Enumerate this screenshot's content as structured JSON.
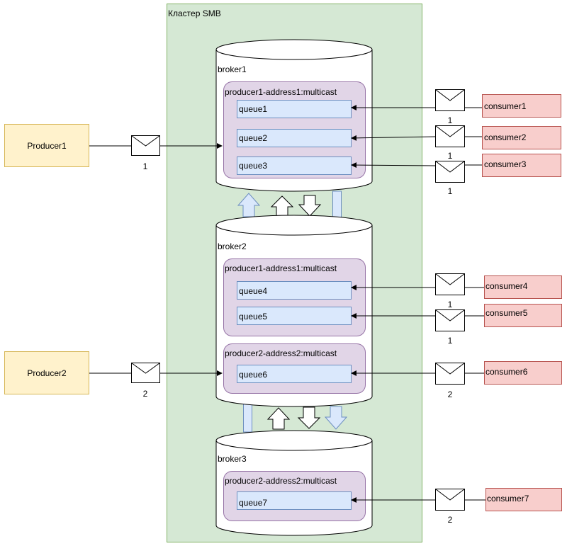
{
  "cluster": {
    "label": "Кластер SMB",
    "fill": "#d5e8d4",
    "stroke": "#82b366"
  },
  "colors": {
    "producer_fill": "#fff2cc",
    "producer_stroke": "#d6b656",
    "consumer_fill": "#f8cecc",
    "consumer_stroke": "#b85450",
    "address_fill": "#e1d5e7",
    "address_stroke": "#9673a6",
    "queue_fill": "#dae8fc",
    "queue_stroke": "#6c8ebf"
  },
  "producers": [
    {
      "label": "Producer1",
      "message_count": "1"
    },
    {
      "label": "Producer2",
      "message_count": "2"
    }
  ],
  "brokers": [
    {
      "label": "broker1",
      "addresses": [
        {
          "label": "producer1-address1:multicast",
          "queues": [
            "queue1",
            "queue2",
            "queue3"
          ]
        }
      ]
    },
    {
      "label": "broker2",
      "addresses": [
        {
          "label": "producer1-address1:multicast",
          "queues": [
            "queue4",
            "queue5"
          ]
        },
        {
          "label": "producer2-address2:multicast",
          "queues": [
            "queue6"
          ]
        }
      ]
    },
    {
      "label": "broker3",
      "addresses": [
        {
          "label": "producer2-address2:multicast",
          "queues": [
            "queue7"
          ]
        }
      ]
    }
  ],
  "consumers": [
    {
      "label": "consumer1",
      "message_count": "1"
    },
    {
      "label": "consumer2",
      "message_count": "1"
    },
    {
      "label": "consumer3",
      "message_count": "1"
    },
    {
      "label": "consumer4",
      "message_count": "1"
    },
    {
      "label": "consumer5",
      "message_count": "1"
    },
    {
      "label": "consumer6",
      "message_count": "2"
    },
    {
      "label": "consumer7",
      "message_count": "2"
    }
  ]
}
